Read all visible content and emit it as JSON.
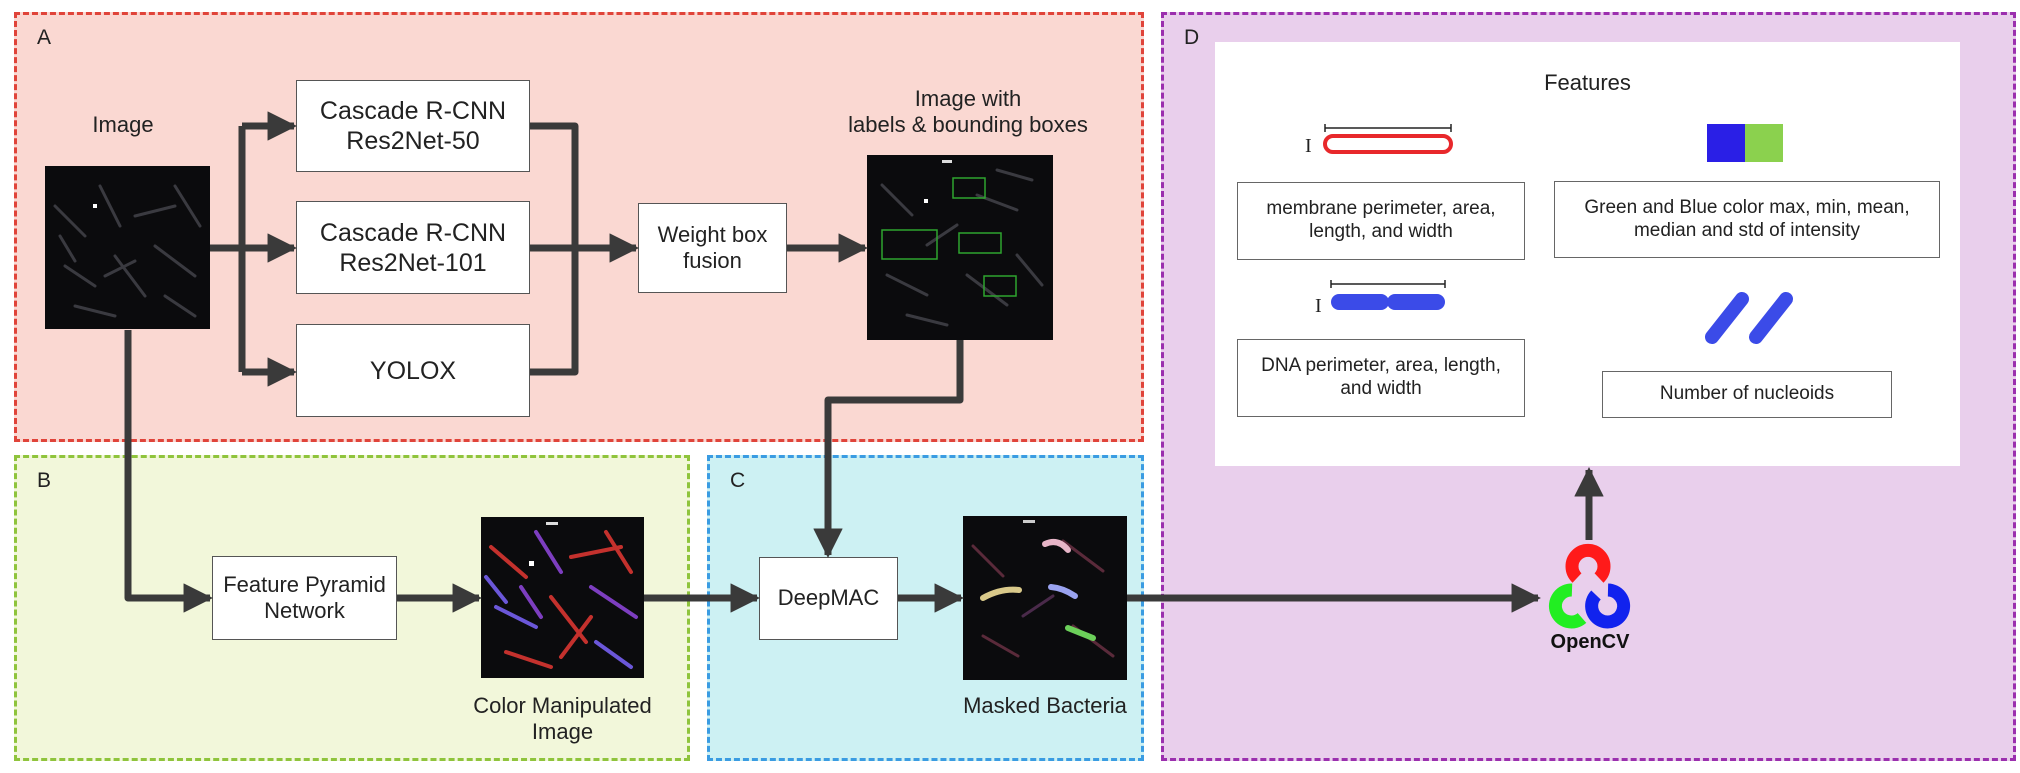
{
  "panels": {
    "a": {
      "letter": "A",
      "color": "#e0443a",
      "fill": "#fad8d2"
    },
    "b": {
      "letter": "B",
      "color": "#8fc43c",
      "fill": "#f2f7da"
    },
    "c": {
      "letter": "C",
      "color": "#3a9ce2",
      "fill": "#cdf1f3"
    },
    "d": {
      "letter": "D",
      "color": "#9b2fae",
      "fill": "#e9cfec"
    }
  },
  "labels": {
    "image": "Image",
    "image_with_boxes": "Image with\nlabels & bounding boxes",
    "color_manipulated": "Color Manipulated\nImage",
    "masked_bacteria": "Masked Bacteria"
  },
  "boxes": {
    "cascade_50": "Cascade R-CNN\nRes2Net-50",
    "cascade_101": "Cascade R-CNN\nRes2Net-101",
    "yolox": "YOLOX",
    "weight_box_fusion": "Weight box\nfusion",
    "fpn": "Feature Pyramid\nNetwork",
    "deepmac": "DeepMAC"
  },
  "features": {
    "title": "Features",
    "membrane": "membrane perimeter, area,\nlength, and width",
    "color": "Green and Blue color max, min, mean,\nmedian and std of intensity",
    "dna": "DNA perimeter, area, length,\nand width",
    "nucleoids": "Number of nucleoids",
    "icons": [
      "membrane-outline-icon",
      "blue-green-swatch-icon",
      "dna-segments-icon",
      "nucleoid-pair-icon"
    ],
    "colors": {
      "membrane": "#e8282b",
      "dna": "#3b4be8",
      "blue": "#2a1fe6",
      "green": "#8bd14e"
    }
  },
  "opencv": {
    "text": "OpenCV",
    "colors": {
      "red": "#ff1a1a",
      "green": "#22ee22",
      "blue": "#1122ee"
    }
  },
  "arrow_color": "#3a3a3a"
}
